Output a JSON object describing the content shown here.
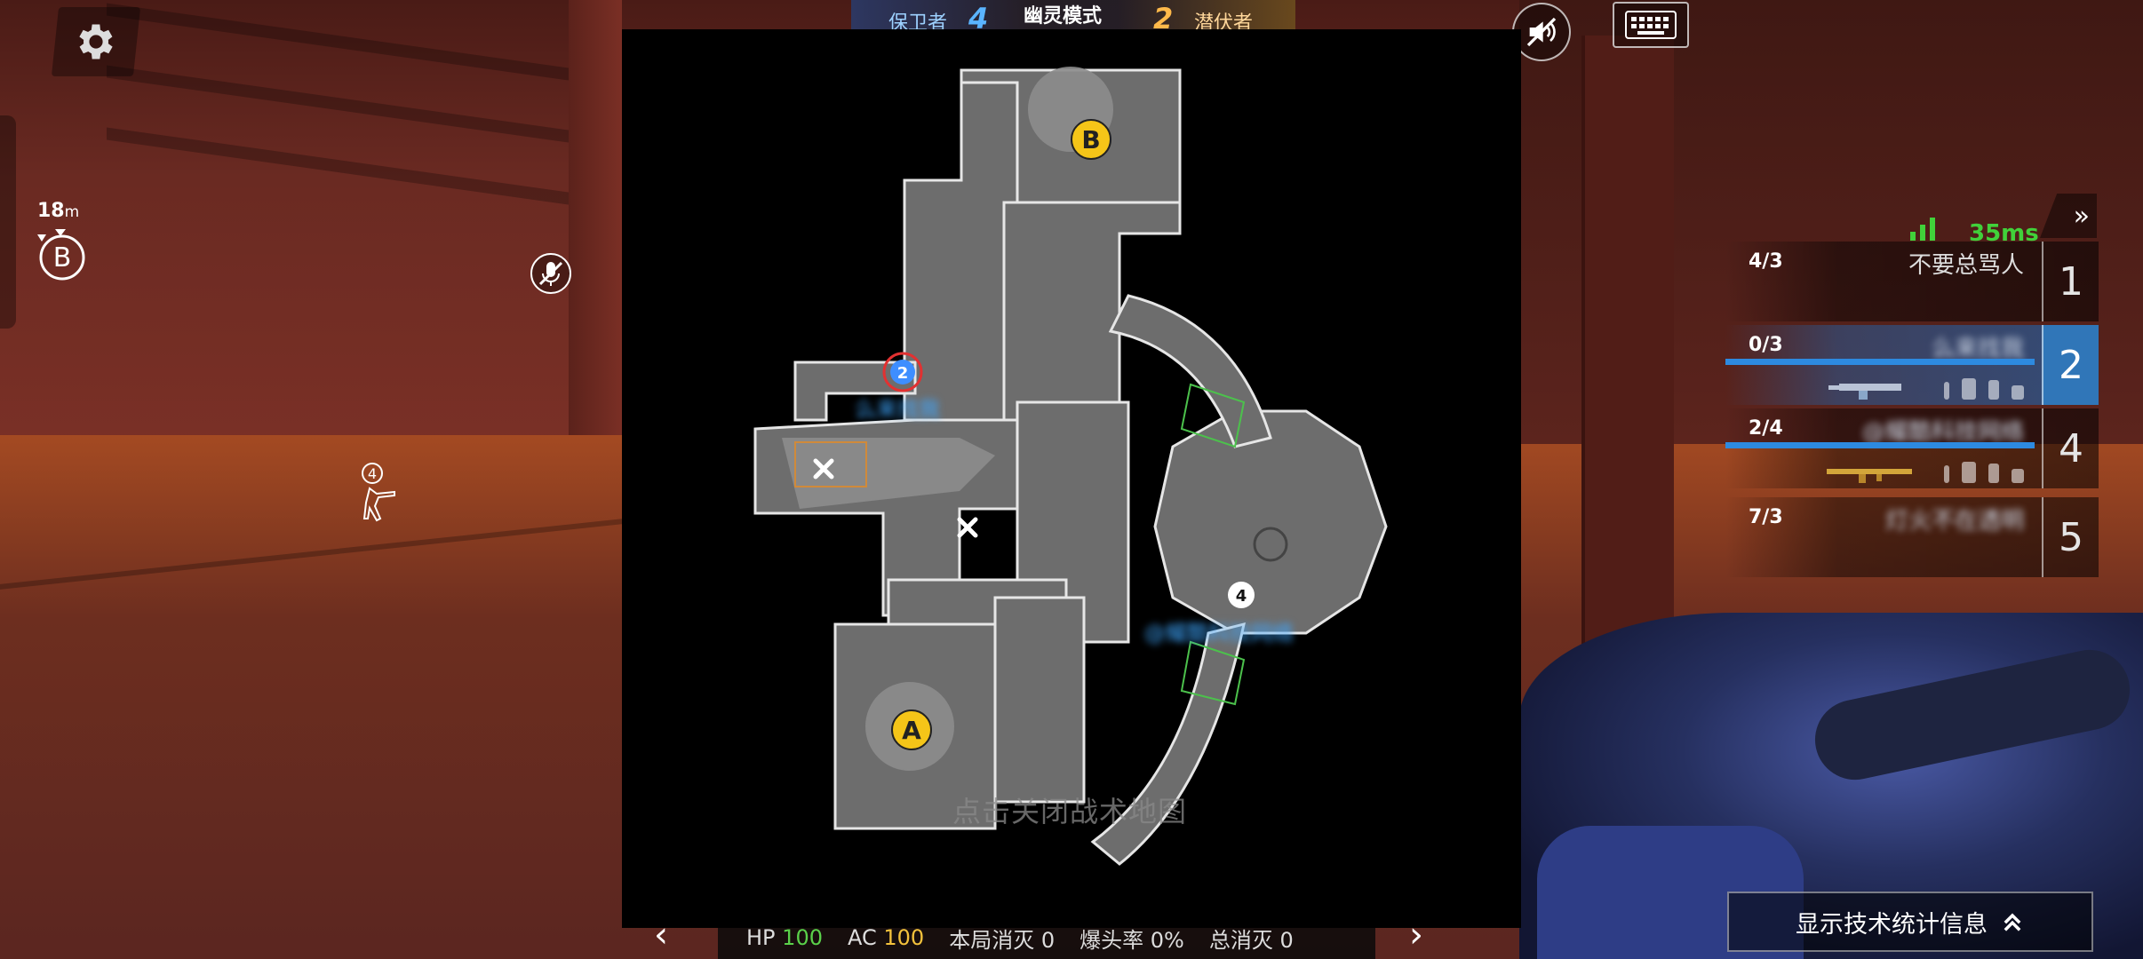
{
  "hud": {
    "bomb_distance": "18",
    "bomb_distance_unit": "m",
    "bomb_site": "B",
    "teammate_marker": "4"
  },
  "scoreboard": {
    "defender_label": "保卫者",
    "defender_score": "4",
    "mode_title": "幽灵模式",
    "attacker_score": "2",
    "attacker_label": "潜伏者"
  },
  "ping": {
    "value": "35ms",
    "color": "#41d13a"
  },
  "team": [
    {
      "kd": "4/3",
      "name": "不要总骂人",
      "slot": "1",
      "active": false,
      "blurred": false
    },
    {
      "kd": "0/3",
      "name": "么来找我",
      "slot": "2",
      "active": true,
      "blurred": true
    },
    {
      "kd": "2/4",
      "name": "@耀酷科技网络",
      "slot": "4",
      "active": false,
      "blurred": true
    },
    {
      "kd": "7/3",
      "name": "灯火不在透明",
      "slot": "5",
      "active": false,
      "blurred": true
    }
  ],
  "bottom_stats": {
    "hp_label": "HP",
    "hp_value": "100",
    "ac_label": "AC",
    "ac_value": "100",
    "round_kills_label": "本局消灭",
    "round_kills_value": "0",
    "headshot_label": "爆头率",
    "headshot_value": "0%",
    "total_kills_label": "总消灭",
    "total_kills_value": "0"
  },
  "tech_stats_button": "显示技术统计信息",
  "map": {
    "close_hint": "点击关闭战术地图",
    "site_a": "A",
    "site_b": "B",
    "player_self": "2",
    "player_teammate": "4",
    "self_name": "么来找我",
    "teammate_name": "@耀酷科技网络"
  },
  "colors": {
    "defender": "#5ab4ff",
    "attacker": "#ffb94a",
    "active_row": "#3076b8",
    "site_marker": "#f5c518"
  }
}
